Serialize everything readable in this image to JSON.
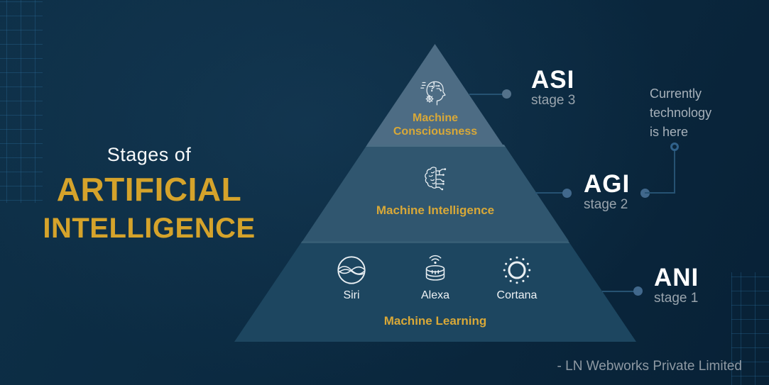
{
  "title": {
    "pre": "Stages of",
    "line1": "ARTIFICIAL",
    "line2": "INTELLIGENCE"
  },
  "pyramid": {
    "tiers": [
      {
        "name": "Machine Consciousness",
        "label_line1": "Machine",
        "label_line2": "Consciousness",
        "icon": "cyborg-head-icon",
        "stage_ref": "ASI",
        "color": "#4d6c84"
      },
      {
        "name": "Machine Intelligence",
        "icon": "brain-circuit-icon",
        "stage_ref": "AGI",
        "color": "#30566f"
      },
      {
        "name": "Machine Learning",
        "stage_ref": "ANI",
        "color": "#1d4660",
        "examples": [
          {
            "name": "Siri",
            "icon": "siri-icon"
          },
          {
            "name": "Alexa",
            "icon": "alexa-icon"
          },
          {
            "name": "Cortana",
            "icon": "cortana-icon"
          }
        ]
      }
    ]
  },
  "stages": [
    {
      "abbr": "ASI",
      "label": "stage 3"
    },
    {
      "abbr": "AGI",
      "label": "stage 2"
    },
    {
      "abbr": "ANI",
      "label": "stage 1"
    }
  ],
  "annotation": {
    "line1": "Currently",
    "line2": "technology",
    "line3": "is here"
  },
  "footer": {
    "credit": "- LN Webworks Private Limited"
  },
  "colors": {
    "background": "#0b2a41",
    "gold": "#d5a32b",
    "tier_top": "#4d6c84",
    "tier_middle": "#30566f",
    "tier_bottom": "#1d4660",
    "stage_text": "#ffffff",
    "muted_text": "#99a4ad",
    "connector_line": "#265272",
    "connector_dot": "#41688c"
  }
}
